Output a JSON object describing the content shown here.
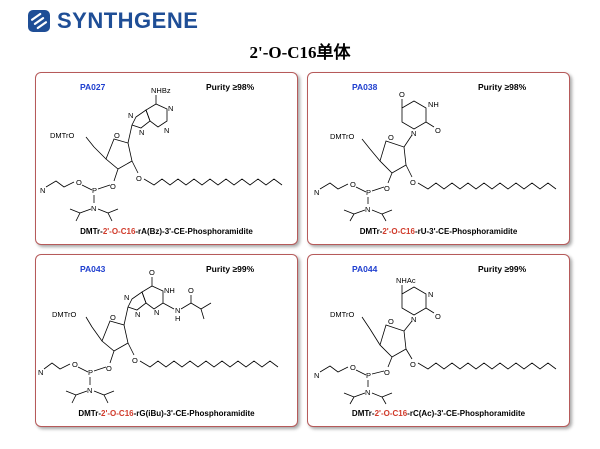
{
  "brand": {
    "name": "SYNTHGENE",
    "color": "#1f4e96"
  },
  "page_title": "2'-O-C16单体",
  "accent_color": "#d03a2a",
  "cards": [
    {
      "code": "PA027",
      "purity": "Purity ≥98%",
      "name_prefix": "DMTr-",
      "name_highlight": "2'-O-C16",
      "name_suffix": "-rA(Bz)-3'-CE-Phosphoramidite",
      "labels": {
        "substituent": "NHBz",
        "dmtr": "DMTrO",
        "cn": "N",
        "p": "P",
        "pn": "N",
        "o1": "O",
        "o2": "O",
        "o3": "O",
        "o4": "O",
        "n1": "N",
        "n2": "N",
        "n3": "N",
        "n4": "N"
      }
    },
    {
      "code": "PA038",
      "purity": "Purity ≥98%",
      "name_prefix": "DMTr-",
      "name_highlight": "2'-O-C16",
      "name_suffix": "-rU-3'-CE-Phosphoramidite",
      "labels": {
        "substituent": "O",
        "nh": "NH",
        "dmtr": "DMTrO",
        "cn": "N",
        "p": "P",
        "pn": "N",
        "o1": "O",
        "o2": "O",
        "o3": "O",
        "o4": "O",
        "n1": "N",
        "oc": "O"
      }
    },
    {
      "code": "PA043",
      "purity": "Purity ≥99%",
      "name_prefix": "DMTr-",
      "name_highlight": "2'-O-C16",
      "name_suffix": "-rG(iBu)-3'-CE-Phosphoramidite",
      "labels": {
        "substituent": "O",
        "nh": "NH",
        "hn": "N",
        "h": "H",
        "ibu_o": "O",
        "dmtr": "DMTrO",
        "cn": "N",
        "p": "P",
        "pn": "N",
        "o1": "O",
        "o2": "O",
        "o3": "O",
        "o4": "O",
        "n1": "N",
        "n2": "N",
        "n3": "N"
      }
    },
    {
      "code": "PA044",
      "purity": "Purity ≥99%",
      "name_prefix": "DMTr-",
      "name_highlight": "2'-O-C16",
      "name_suffix": "-rC(Ac)-3'-CE-Phosphoramidite",
      "labels": {
        "substituent": "NHAc",
        "dmtr": "DMTrO",
        "cn": "N",
        "p": "P",
        "pn": "N",
        "o1": "O",
        "o2": "O",
        "o3": "O",
        "o4": "O",
        "n1": "N",
        "n2": "N",
        "oc": "O"
      }
    }
  ]
}
